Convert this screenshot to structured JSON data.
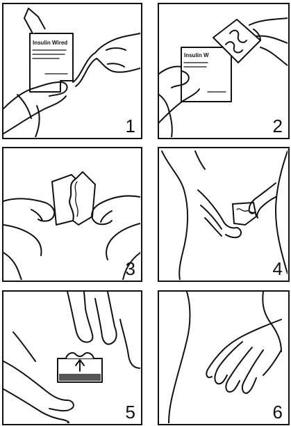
{
  "panels": [
    {
      "number": "1",
      "package_title": "Insulin Wired"
    },
    {
      "number": "2",
      "package_title": "Insulin W"
    },
    {
      "number": "3"
    },
    {
      "number": "4"
    },
    {
      "number": "5"
    },
    {
      "number": "6"
    }
  ],
  "colors": {
    "line": "#111111",
    "background": "#ffffff"
  }
}
